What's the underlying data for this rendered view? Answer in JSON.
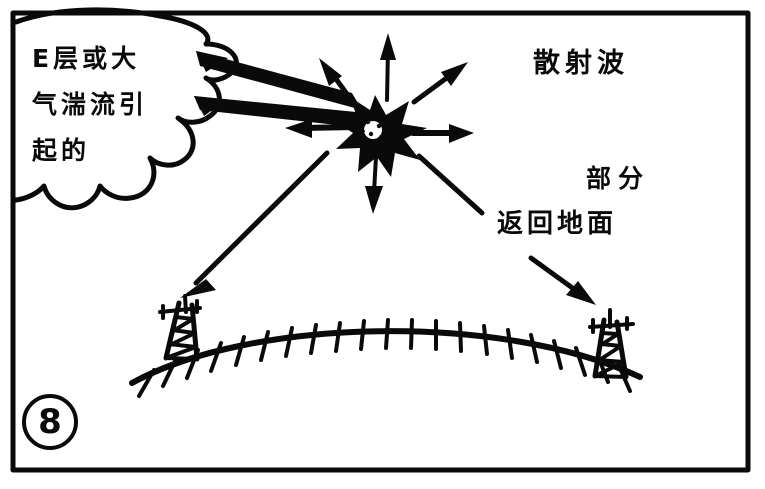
{
  "figure": {
    "number_label": "8",
    "border_color": "#0a0a0a",
    "ink_color": "#0a0a0a",
    "background_color": "#ffffff"
  },
  "cloud": {
    "text_lines": [
      "E层或大",
      "气湍流引",
      "起的"
    ],
    "full_text": "E层或大气湍流引起的"
  },
  "labels": {
    "scatter_wave": "散射波",
    "partial": "部分",
    "return_to_ground": "返回地面"
  },
  "diagram": {
    "burst_name": "scattering-volume-starburst",
    "tower_left_name": "transmitting-antenna-tower",
    "tower_right_name": "receiving-antenna-tower",
    "ground_name": "earth-curved-surface",
    "radiating_arrows_count": 6,
    "cloud_pointer_arrows_count": 2
  }
}
